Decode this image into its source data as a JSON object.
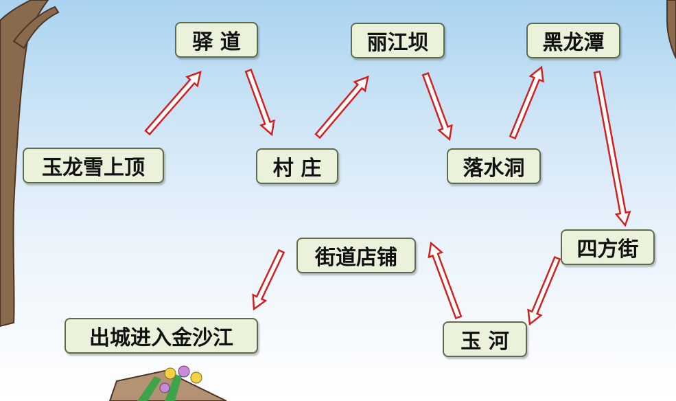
{
  "route": {
    "nodes": [
      {
        "id": "yulong",
        "label": "玉龙雪上顶"
      },
      {
        "id": "yidao",
        "label": "驿 道"
      },
      {
        "id": "cunzhuang",
        "label": "村 庄"
      },
      {
        "id": "lijiangba",
        "label": "丽江坝"
      },
      {
        "id": "luoshuidong",
        "label": "落水洞"
      },
      {
        "id": "heilongtan",
        "label": "黑龙潭"
      },
      {
        "id": "sifangjie",
        "label": "四方街"
      },
      {
        "id": "yuhe",
        "label": "玉 河"
      },
      {
        "id": "jiedao",
        "label": "街道店铺"
      },
      {
        "id": "chucheng",
        "label": "出城进入金沙江"
      }
    ],
    "edges": [
      {
        "from": "yulong",
        "to": "yidao"
      },
      {
        "from": "yidao",
        "to": "cunzhuang"
      },
      {
        "from": "cunzhuang",
        "to": "lijiangba"
      },
      {
        "from": "lijiangba",
        "to": "luoshuidong"
      },
      {
        "from": "luoshuidong",
        "to": "heilongtan"
      },
      {
        "from": "heilongtan",
        "to": "sifangjie"
      },
      {
        "from": "sifangjie",
        "to": "yuhe"
      },
      {
        "from": "yuhe",
        "to": "jiedao"
      },
      {
        "from": "jiedao",
        "to": "chucheng"
      }
    ]
  },
  "colors": {
    "box_fill": "#eaf2dc",
    "box_border": "#5d6b4a",
    "arrow": "#d41f1f",
    "sky_top": "#a9d3f0"
  }
}
